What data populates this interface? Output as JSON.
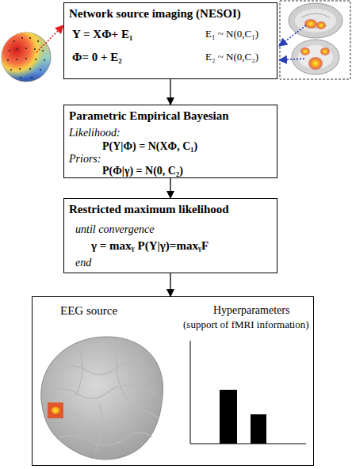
{
  "diagram": {
    "nodes": [
      {
        "text": [
          "Network source imaging (NESOI)",
          "Y = XΦ+ E₁",
          "E₁ ~ N(0,C₁)",
          "Φ= 0 + E₂",
          "E₂ ~ N(0,C₂)"
        ]
      },
      {
        "text": [
          "Parametric Empirical Bayesian",
          "Likelihood:",
          "P(Y|Φ) = N(XΦ, C₁)",
          "Priors:",
          "P(Φ|γ) = N(0, C₂)"
        ]
      },
      {
        "text": [
          "Restricted maximum likelihood",
          "until convergence",
          "γ = maxᵧ P(Y|γ)=maxᵧF",
          "end"
        ]
      },
      {
        "text": [
          "EEG source",
          "Hyperparameters",
          "(support of fMRI information)"
        ]
      }
    ],
    "edges": [
      {
        "from": 0,
        "to": 1,
        "arrow": "to"
      },
      {
        "from": 1,
        "to": 2,
        "arrow": "to"
      },
      {
        "from": 2,
        "to": 3,
        "arrow": "to"
      }
    ]
  }
}
